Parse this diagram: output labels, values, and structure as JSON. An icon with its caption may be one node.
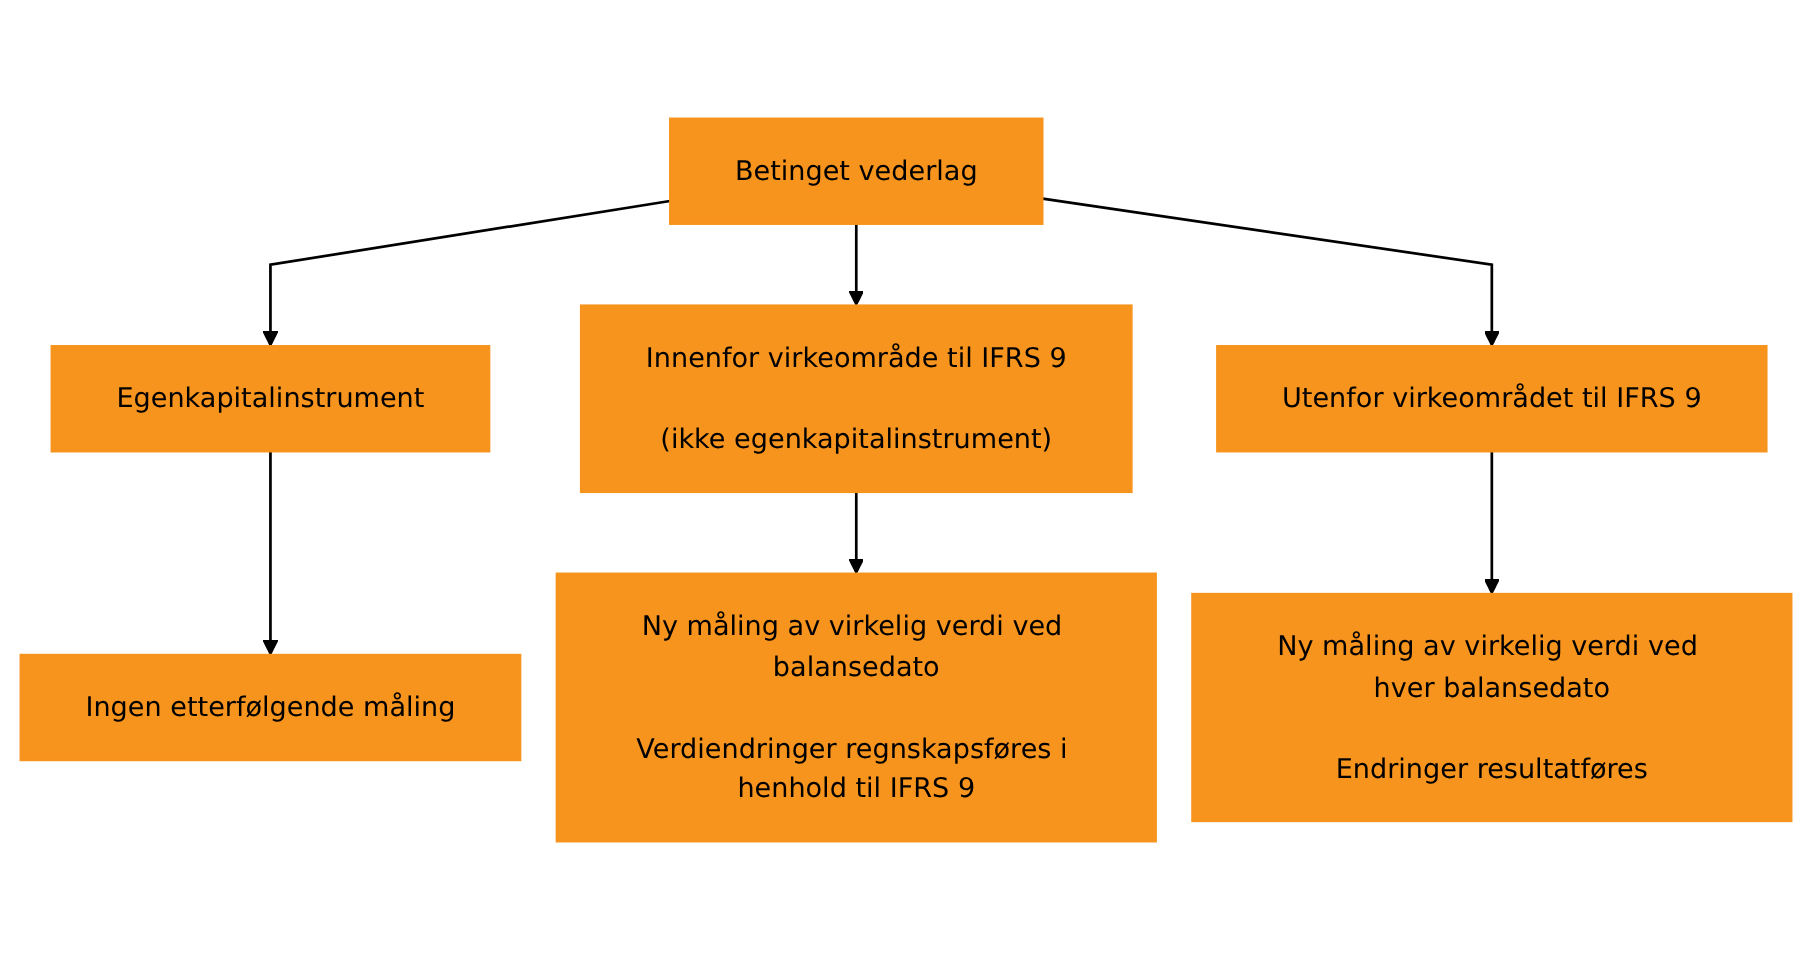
{
  "diagram": {
    "nodes": [
      {
        "text": [
          "Betinget vederlag"
        ]
      },
      {
        "text": [
          "Egenkapitalinstrument"
        ]
      },
      {
        "text": [
          "Innenfor virkeområde til IFRS 9",
          "(ikke egenkapitalinstrument)"
        ]
      },
      {
        "text": [
          "Utenfor virkeområdet til IFRS 9"
        ]
      },
      {
        "text": [
          "Ingen etterfølgende måling"
        ]
      },
      {
        "text": [
          "Ny måling av virkelig verdi ved balansedato",
          "Verdiendringer regnskapsføres i henhold til IFRS 9"
        ]
      },
      {
        "text": [
          "Ny måling av virkelig verdi ved hver balansedato",
          "Endringer resultatføres"
        ]
      }
    ],
    "edges": [
      {
        "from": 0,
        "to": 1,
        "arrow": "to"
      },
      {
        "from": 0,
        "to": 2,
        "arrow": "to"
      },
      {
        "from": 0,
        "to": 3,
        "arrow": "to"
      },
      {
        "from": 1,
        "to": 4,
        "arrow": "to"
      },
      {
        "from": 2,
        "to": 5,
        "arrow": "to"
      },
      {
        "from": 3,
        "to": 6,
        "arrow": "to"
      }
    ]
  }
}
